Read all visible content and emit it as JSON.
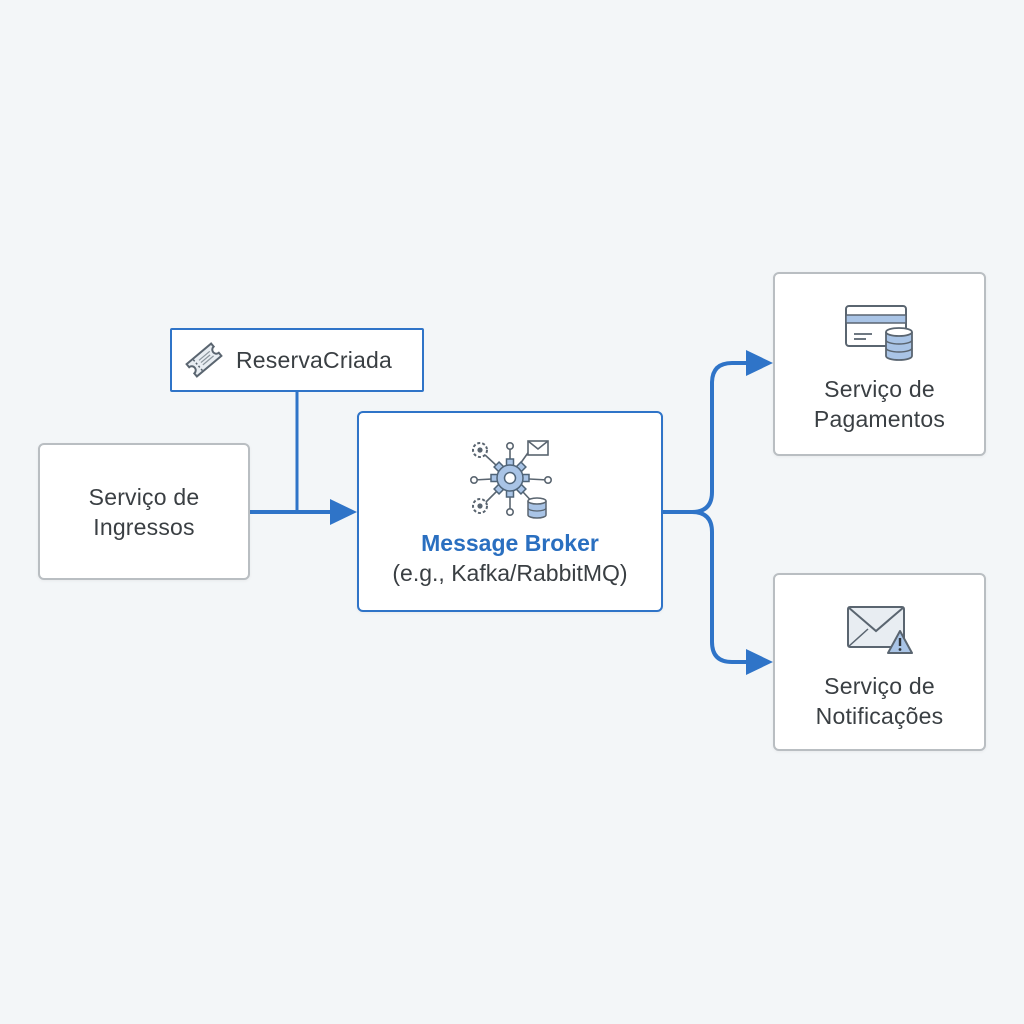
{
  "event": {
    "name": "ReservaCriada",
    "icon": "ticket-icon"
  },
  "nodes": {
    "ingressos": {
      "line1": "Serviço de",
      "line2": "Ingressos"
    },
    "broker": {
      "title": "Message Broker",
      "subtitle": "(e.g., Kafka/RabbitMQ)",
      "icon": "message-broker-icon"
    },
    "pagamentos": {
      "line1": "Serviço de",
      "line2": "Pagamentos",
      "icon": "payment-card-database-icon"
    },
    "notificacoes": {
      "line1": "Serviço de",
      "line2": "Notificações",
      "icon": "mail-warning-icon"
    }
  },
  "colors": {
    "accent": "#2f74c8",
    "box_border": "#b9bec2",
    "background": "#f3f6f8",
    "icon_fill": "#a9c4e6",
    "icon_stroke": "#5a6570"
  }
}
